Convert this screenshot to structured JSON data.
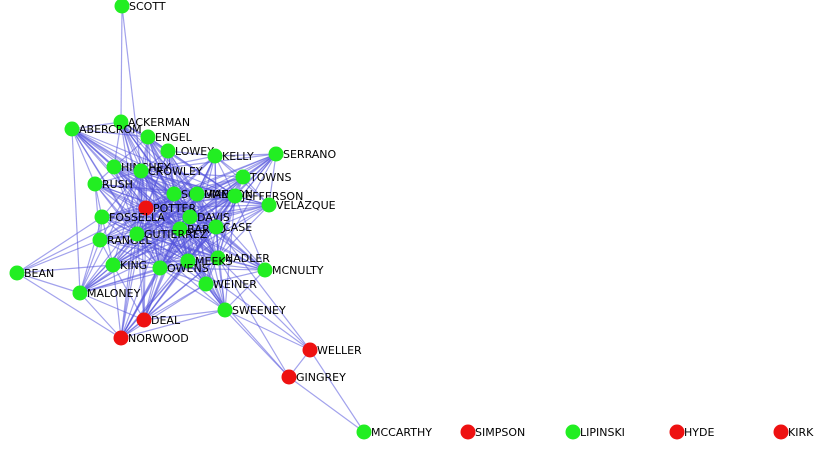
{
  "colors": {
    "edge": "#5555dd",
    "node_green": "#22ee22",
    "node_red": "#ee1111"
  },
  "nodes": [
    {
      "id": "SCOTT",
      "label": "SCOTT",
      "color": "green"
    },
    {
      "id": "ACKERMAN",
      "label": "ACKERMAN",
      "color": "green"
    },
    {
      "id": "ABERCROM",
      "label": "ABERCROM",
      "color": "green"
    },
    {
      "id": "ENGEL",
      "label": "ENGEL",
      "color": "green"
    },
    {
      "id": "LOWEY",
      "label": "LOWEY",
      "color": "green"
    },
    {
      "id": "KELLY",
      "label": "KELLY",
      "color": "green"
    },
    {
      "id": "SERRANO",
      "label": "SERRANO",
      "color": "green"
    },
    {
      "id": "HINCHEY",
      "label": "HINCHEY",
      "color": "green"
    },
    {
      "id": "CROWLEY",
      "label": "CROWLEY",
      "color": "green"
    },
    {
      "id": "TOWNS",
      "label": "TOWNS",
      "color": "green"
    },
    {
      "id": "RUSH",
      "label": "RUSH",
      "color": "green"
    },
    {
      "id": "SCHUMER",
      "label": "SCHUMER",
      "color": "green"
    },
    {
      "id": "MANTON",
      "label": "MANTON",
      "color": "green"
    },
    {
      "id": "JEFFERSON",
      "label": "JEFFERSON",
      "color": "green"
    },
    {
      "id": "VELAZQUE",
      "label": "VELAZQUE",
      "color": "green"
    },
    {
      "id": "POTTER",
      "label": "POTTER",
      "color": "red"
    },
    {
      "id": "FOSSELLA",
      "label": "FOSSELLA",
      "color": "green"
    },
    {
      "id": "DAVIS",
      "label": "DAVIS",
      "color": "green"
    },
    {
      "id": "BARRO",
      "label": "BARRO",
      "color": "green"
    },
    {
      "id": "NADLER",
      "label": "NADLER",
      "color": "green"
    },
    {
      "id": "RANGEL",
      "label": "RANGEL",
      "color": "green"
    },
    {
      "id": "GUTIERREZ",
      "label": "GUTIERREZ",
      "color": "green"
    },
    {
      "id": "CASE",
      "label": "CASE",
      "color": "green"
    },
    {
      "id": "MEEKS",
      "label": "MEEKS",
      "color": "green"
    },
    {
      "id": "BEAN",
      "label": "BEAN",
      "color": "green"
    },
    {
      "id": "KING",
      "label": "KING",
      "color": "green"
    },
    {
      "id": "OWENS",
      "label": "OWENS",
      "color": "green"
    },
    {
      "id": "MCNULTY",
      "label": "MCNULTY",
      "color": "green"
    },
    {
      "id": "WEINER",
      "label": "WEINER",
      "color": "green"
    },
    {
      "id": "MALONEY",
      "label": "MALONEY",
      "color": "green"
    },
    {
      "id": "SWEENEY",
      "label": "SWEENEY",
      "color": "green"
    },
    {
      "id": "DEAL",
      "label": "DEAL",
      "color": "red"
    },
    {
      "id": "NORWOOD",
      "label": "NORWOOD",
      "color": "red"
    },
    {
      "id": "WELLER",
      "label": "WELLER",
      "color": "red"
    },
    {
      "id": "GINGREY",
      "label": "GINGREY",
      "color": "red"
    },
    {
      "id": "MCCARTHY",
      "label": "MCCARTHY",
      "color": "green"
    },
    {
      "id": "SIMPSON",
      "label": "SIMPSON",
      "color": "red"
    },
    {
      "id": "LIPINSKI",
      "label": "LIPINSKI",
      "color": "green"
    },
    {
      "id": "HYDE",
      "label": "HYDE",
      "color": "red"
    },
    {
      "id": "KIRK",
      "label": "KIRK",
      "color": "red"
    }
  ]
}
